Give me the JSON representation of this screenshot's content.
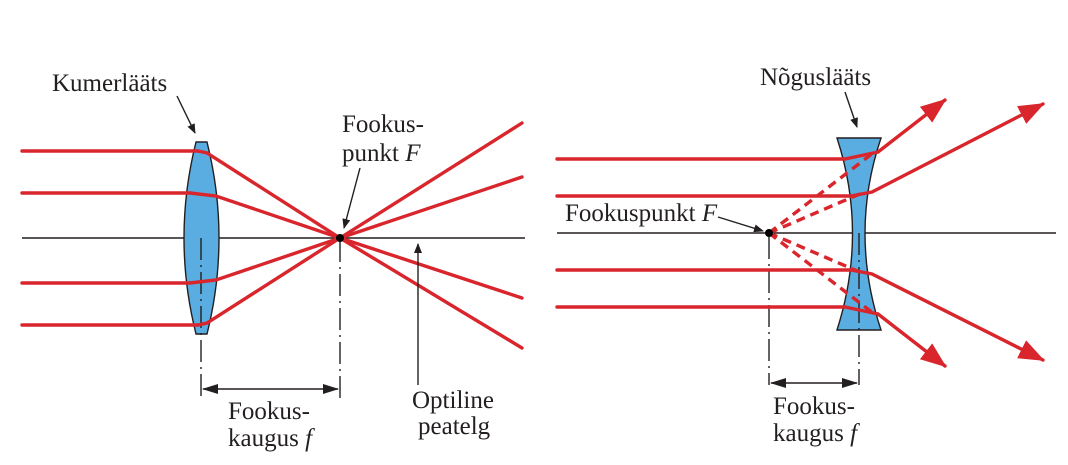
{
  "convex": {
    "lens_label": "Kumerlääts",
    "focus_label_line1": "Fookus-",
    "focus_label_line2": "punkt",
    "focus_symbol": "F",
    "distance_label_line1": "Fookus-",
    "distance_label_line2": "kaugus",
    "distance_symbol": "f",
    "axis_label_line1": "Optiline",
    "axis_label_line2": "peatelg"
  },
  "concave": {
    "lens_label": "Nõguslääts",
    "focus_label": "Fookuspunkt",
    "focus_symbol": "F",
    "distance_label_line1": "Fookus-",
    "distance_label_line2": "kaugus",
    "distance_symbol": "f"
  },
  "colors": {
    "ray": "#d9252c",
    "lens": "#5aade0",
    "ink": "#231f20"
  }
}
